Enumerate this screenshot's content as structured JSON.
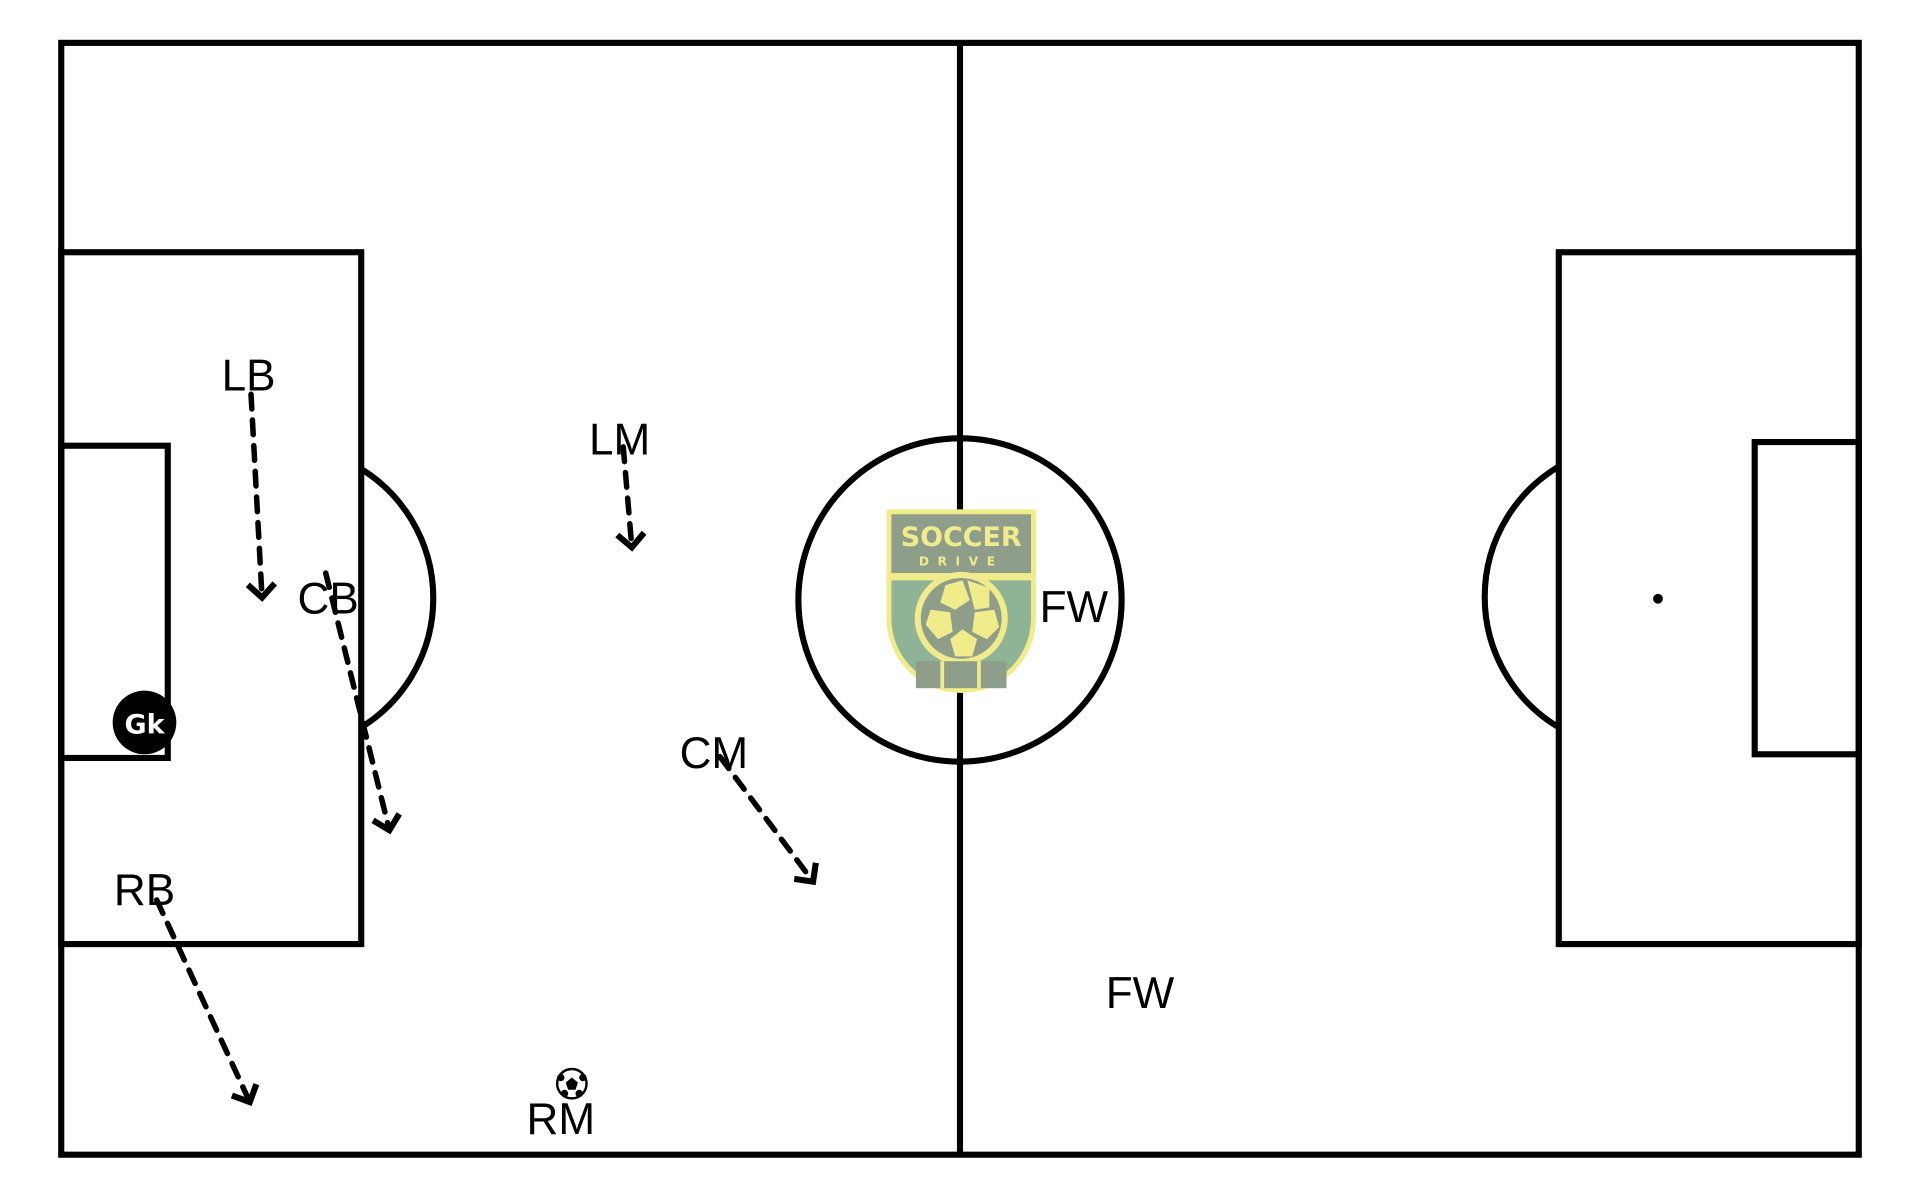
{
  "logo": {
    "line1": "SOCCER",
    "line2": "DRIVE",
    "colors": {
      "frame": "#f0ec8c",
      "top": "#8f9e8b",
      "bottom": "#8fb396"
    }
  },
  "goalkeeper": {
    "label": "Gk"
  },
  "players": [
    {
      "id": "lb",
      "label": "LB",
      "has_run": true
    },
    {
      "id": "cb",
      "label": "CB",
      "has_run": true
    },
    {
      "id": "lm",
      "label": "LM",
      "has_run": true
    },
    {
      "id": "cm",
      "label": "CM",
      "has_run": true
    },
    {
      "id": "rb",
      "label": "RB",
      "has_run": true
    },
    {
      "id": "rm",
      "label": "RM",
      "has_run": false,
      "has_ball": true
    },
    {
      "id": "fw1",
      "label": "FW",
      "has_run": false
    },
    {
      "id": "fw2",
      "label": "FW",
      "has_run": false
    }
  ]
}
